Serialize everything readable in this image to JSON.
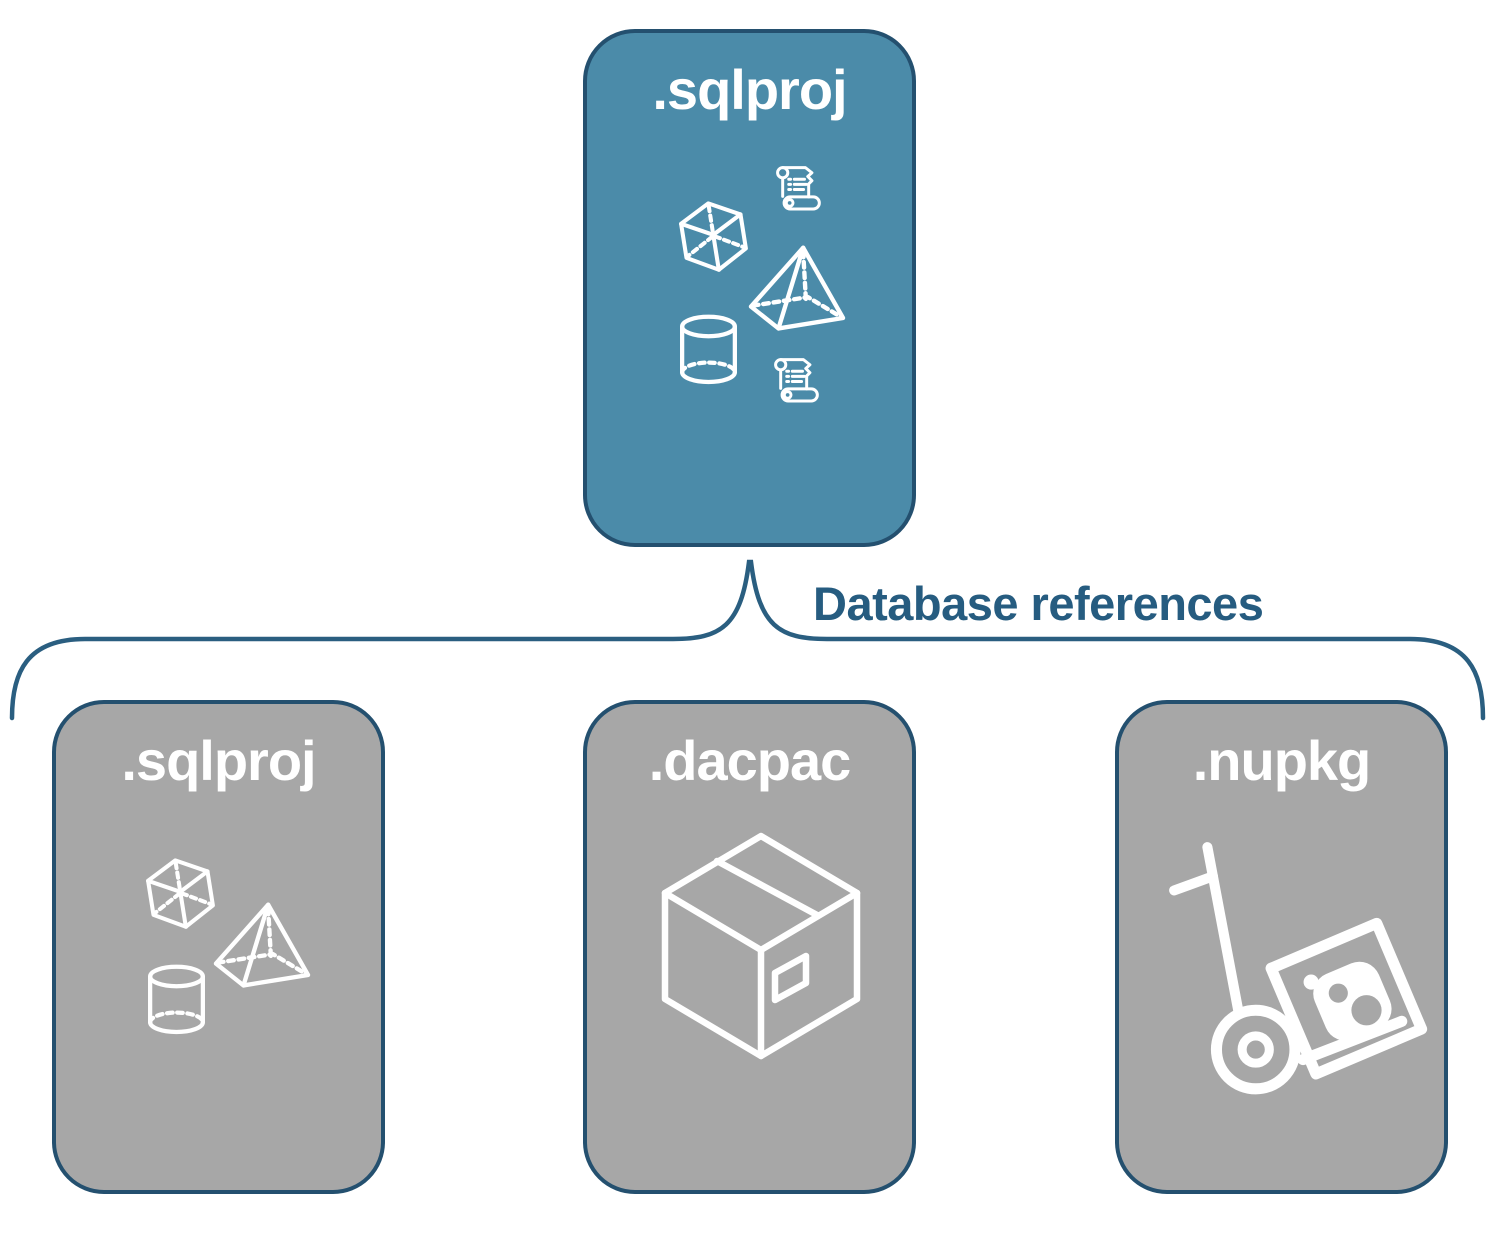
{
  "colors": {
    "background": "#ffffff",
    "root_fill": "#4B8BA9",
    "child_fill": "#A7A7A7",
    "node_border": "#24506F",
    "connector_line": "#2A5E80",
    "connector_text": "#265C80",
    "node_text": "#ffffff",
    "icon_stroke": "#ffffff"
  },
  "root_node": {
    "label": ".sqlproj",
    "icons": [
      "script-scroll",
      "cube",
      "pyramid",
      "cylinder",
      "script-scroll"
    ]
  },
  "connector": {
    "label": "Database references"
  },
  "child_nodes": [
    {
      "label": ".sqlproj",
      "icons": [
        "cube",
        "pyramid",
        "cylinder"
      ]
    },
    {
      "label": ".dacpac",
      "icons": [
        "package-box"
      ]
    },
    {
      "label": ".nupkg",
      "icons": [
        "hand-truck-package"
      ]
    }
  ]
}
